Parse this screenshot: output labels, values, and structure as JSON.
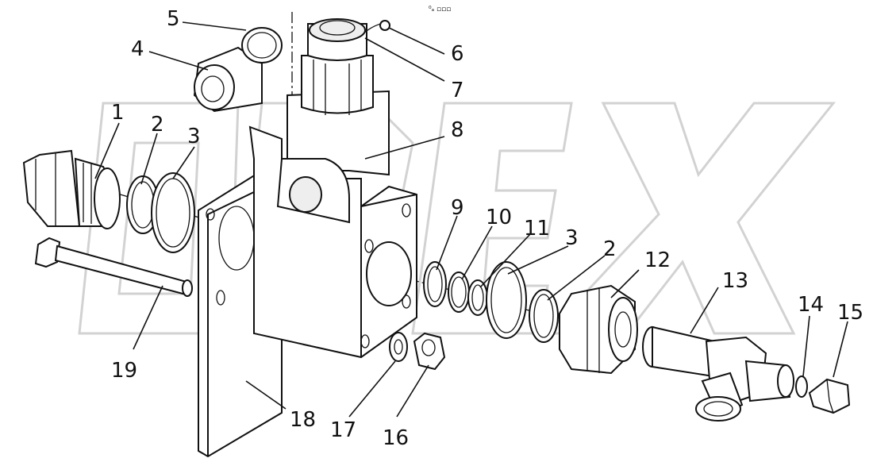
{
  "diagram": {
    "top_mark": "⁰ₐ ▫▫▫",
    "callouts": [
      "1",
      "2",
      "3",
      "4",
      "5",
      "6",
      "7",
      "8",
      "9",
      "10",
      "11",
      "3",
      "2",
      "12",
      "13",
      "14",
      "15",
      "16",
      "17",
      "18",
      "19"
    ]
  }
}
